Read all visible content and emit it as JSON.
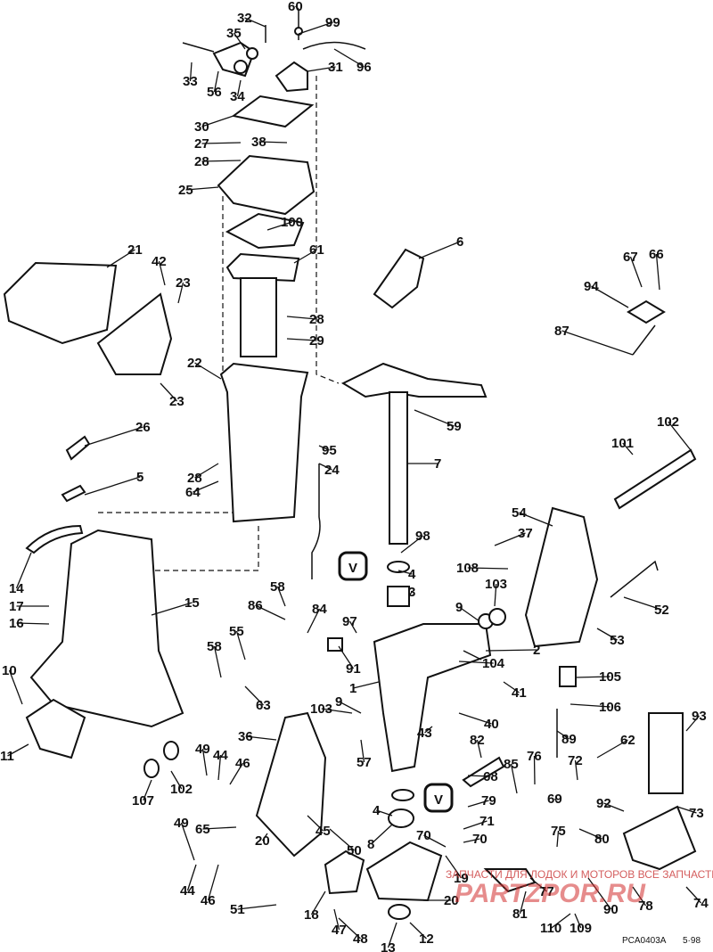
{
  "diagram": {
    "labels": [
      "60",
      "32",
      "99",
      "35",
      "96",
      "31",
      "33",
      "56",
      "34",
      "30",
      "27",
      "38",
      "28",
      "25",
      "100",
      "61",
      "6",
      "21",
      "42",
      "23",
      "28",
      "29",
      "66",
      "67",
      "94",
      "87",
      "22",
      "23",
      "59",
      "26",
      "95",
      "28",
      "24",
      "7",
      "64",
      "102",
      "101",
      "5",
      "54",
      "37",
      "98",
      "4",
      "52",
      "3",
      "108",
      "103",
      "14",
      "58",
      "9",
      "15",
      "84",
      "53",
      "86",
      "17",
      "97",
      "16",
      "55",
      "2",
      "104",
      "91",
      "58",
      "10",
      "105",
      "41",
      "63",
      "106",
      "93",
      "40",
      "1",
      "103",
      "9",
      "89",
      "36",
      "11",
      "43",
      "57",
      "82",
      "49",
      "44",
      "76",
      "72",
      "46",
      "85",
      "62",
      "68",
      "107",
      "102",
      "79",
      "69",
      "73",
      "92",
      "45",
      "4",
      "80",
      "71",
      "65",
      "20",
      "70",
      "50",
      "8",
      "70",
      "49",
      "75",
      "19",
      "77",
      "44",
      "46",
      "18",
      "81",
      "78",
      "74",
      "51",
      "20",
      "90",
      "47",
      "110",
      "109",
      "48",
      "13",
      "12"
    ],
    "badge_glyph": "V"
  },
  "watermark": {
    "line1": "ЗАПЧАСТИ ДЛЯ ЛОДОК И МОТОРОВ ВСЕ ЗАПЧАСТИ ДЛЯ МОТОТЕХНИКИ",
    "line2": "PARTZPOR.RU",
    "color": "#d32f2f"
  },
  "footer": {
    "code": "PCA0403A",
    "date": "5·98"
  }
}
